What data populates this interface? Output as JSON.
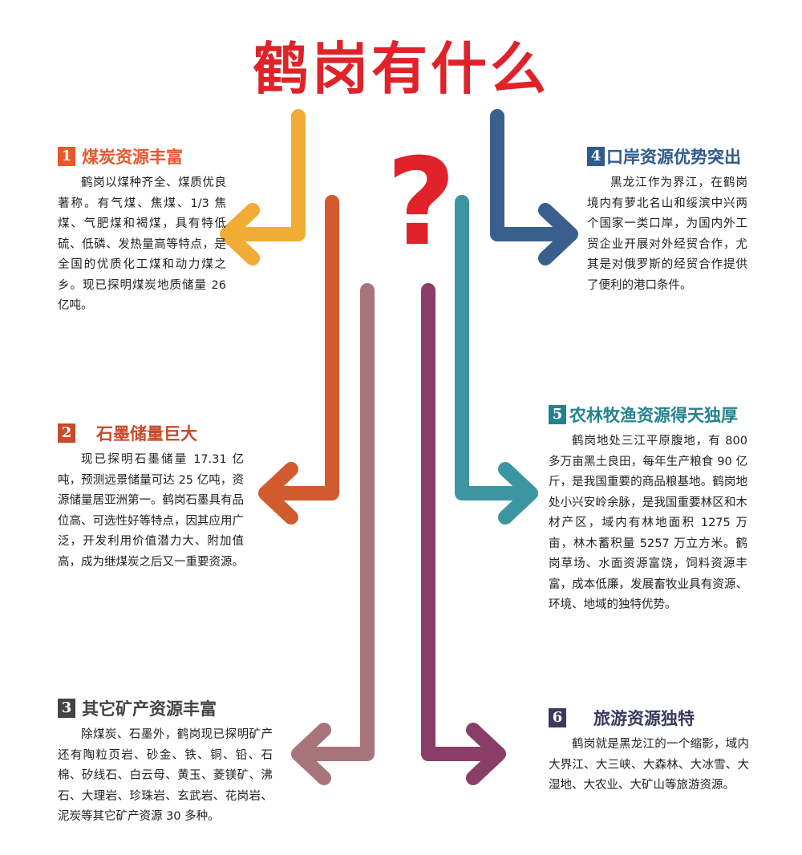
{
  "title": "鹤岗有什么",
  "question_mark": "?",
  "colors": {
    "title": "#e0222a",
    "s1": "#f0ac34",
    "s2": "#d15a2e",
    "s3": "#a8747c",
    "s4": "#3b5f8d",
    "s5": "#3b96a1",
    "s6": "#8a3e67",
    "heading1": "#e8582a",
    "heading2": "#c94a2a",
    "heading3": "#444444",
    "heading4": "#2e5a8c",
    "heading5": "#23828e",
    "heading6": "#3a3a5c"
  },
  "sections": [
    {
      "num": "1",
      "heading": "煤炭资源丰富",
      "body": "鹤岗以煤种齐全、煤质优良著称。有气煤、焦煤、1/3 焦煤、气肥煤和褐煤，具有特低硫、低磷、发热量高等特点，是全国的优质化工煤和动力煤之乡。现已探明煤炭地质储量 26 亿吨。"
    },
    {
      "num": "2",
      "heading": "石墨储量巨大",
      "body": "现已探明石墨储量 17.31 亿吨，预测远景储量可达 25 亿吨，资源储量居亚洲第一。鹤岗石墨具有品位高、可选性好等特点，因其应用广泛，开发利用价值潜力大、附加值高，成为继煤炭之后又一重要资源。"
    },
    {
      "num": "3",
      "heading": "其它矿产资源丰富",
      "body": "除煤炭、石墨外，鹤岗现已探明矿产还有陶粒页岩、砂金、铁、铜、铅、石棉、矽线石、白云母、黄玉、菱镁矿、沸石、大理岩、珍珠岩、玄武岩、花岗岩、泥炭等其它矿产资源 30 多种。"
    },
    {
      "num": "4",
      "heading": "口岸资源优势突出",
      "body": "黑龙江作为界江，在鹤岗境内有萝北名山和绥滨中兴两个国家一类口岸，为国内外工贸企业开展对外经贸合作，尤其是对俄罗斯的经贸合作提供了便利的港口条件。"
    },
    {
      "num": "5",
      "heading": "农林牧渔资源得天独厚",
      "body": "鹤岗地处三江平原腹地，有 800 多万亩黑土良田，每年生产粮食 90 亿斤，是我国重要的商品粮基地。鹤岗地处小兴安岭余脉，是我国重要林区和木材产区，域内有林地面积 1275 万亩，林木蓄积量 5257 万立方米。鹤岗草场、水面资源富饶，饲料资源丰富，成本低廉，发展畜牧业具有资源、环境、地域的独特优势。"
    },
    {
      "num": "6",
      "heading": "旅游资源独特",
      "body": "鹤岗就是黑龙江的一个缩影，域内大界江、大三峡、大森林、大冰雪、大湿地、大农业、大矿山等旅游资源。"
    }
  ]
}
